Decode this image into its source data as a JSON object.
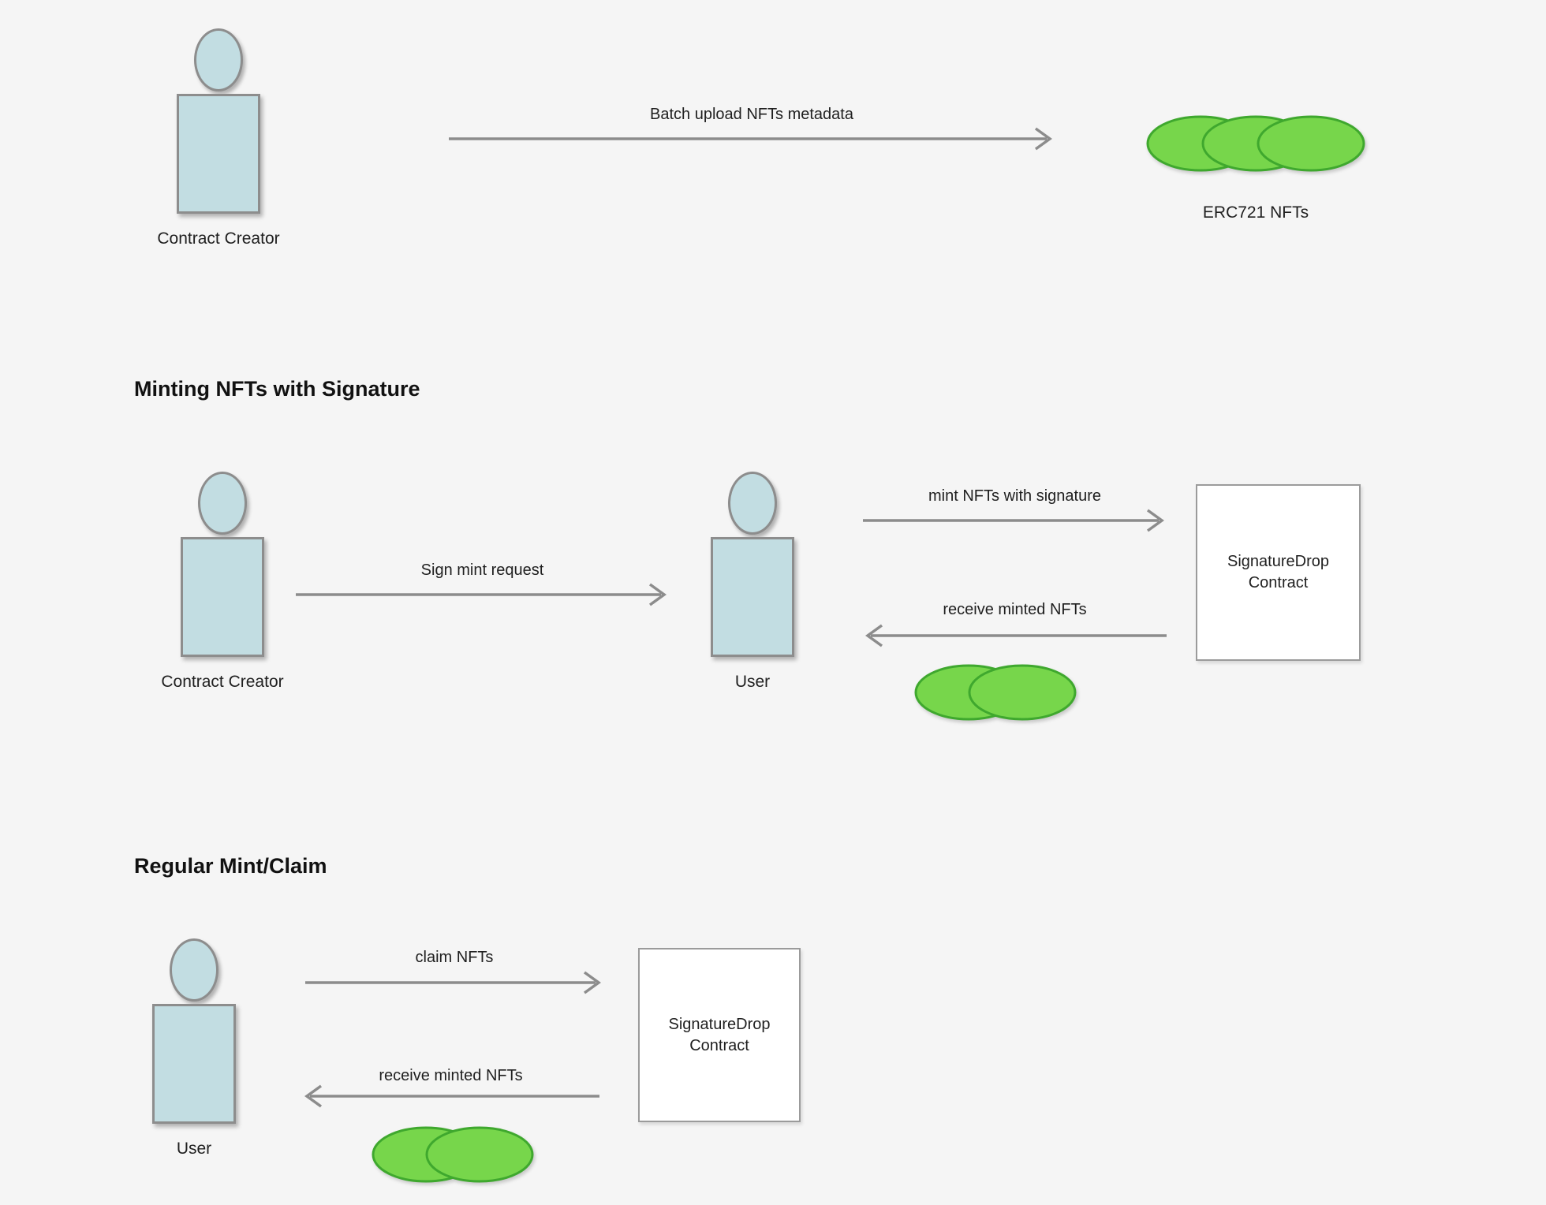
{
  "colors": {
    "bg": "#f5f5f5",
    "actor_fill": "#c2dde2",
    "actor_border": "#8d8d8d",
    "nft_fill": "#77d64b",
    "nft_border": "#3fa82e",
    "arrow": "#8c8c8c",
    "box_bg": "#ffffff",
    "box_border": "#9b9b9b",
    "text": "#1f1f1f"
  },
  "upload_flow": {
    "actor_label": "Contract Creator",
    "arrow_label": "Batch upload NFTs metadata",
    "nfts_label": "ERC721 NFTs"
  },
  "signature_flow": {
    "title": "Minting NFTs with Signature",
    "creator_label": "Contract Creator",
    "sign_arrow_label": "Sign mint request",
    "user_label": "User",
    "mint_arrow_label": "mint NFTs with signature",
    "contract_label": "SignatureDrop Contract",
    "receive_arrow_label": "receive minted NFTs"
  },
  "claim_flow": {
    "title": "Regular Mint/Claim",
    "user_label": "User",
    "claim_arrow_label": "claim NFTs",
    "contract_label": "SignatureDrop Contract",
    "receive_arrow_label": "receive minted NFTs"
  }
}
